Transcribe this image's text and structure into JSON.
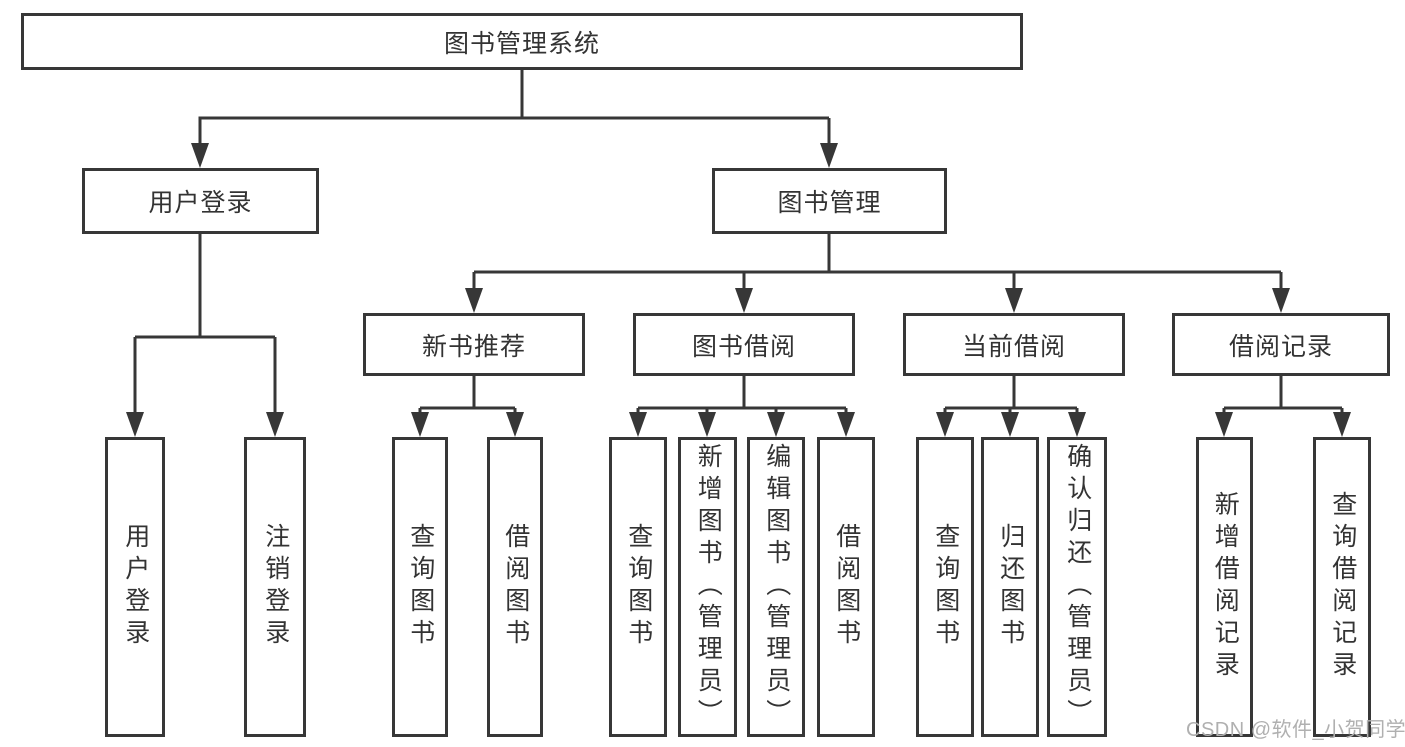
{
  "diagram": {
    "type": "tree-diagram",
    "root": {
      "label": "图书管理系统",
      "children": [
        {
          "label": "用户登录",
          "children": [
            {
              "label": "用户登录"
            },
            {
              "label": "注销登录"
            }
          ]
        },
        {
          "label": "图书管理",
          "children": [
            {
              "label": "新书推荐",
              "children": [
                {
                  "label": "查询图书"
                },
                {
                  "label": "借阅图书"
                }
              ]
            },
            {
              "label": "图书借阅",
              "children": [
                {
                  "label": "查询图书"
                },
                {
                  "label": "新增图书（管理员）"
                },
                {
                  "label": "编辑图书（管理员）"
                },
                {
                  "label": "借阅图书"
                }
              ]
            },
            {
              "label": "当前借阅",
              "children": [
                {
                  "label": "查询图书"
                },
                {
                  "label": "归还图书"
                },
                {
                  "label": "确认归还（管理员）"
                }
              ]
            },
            {
              "label": "借阅记录",
              "children": [
                {
                  "label": "新增借阅记录"
                },
                {
                  "label": "查询借阅记录"
                }
              ]
            }
          ]
        }
      ]
    },
    "colors": {
      "line": "#373737",
      "box_border": "#373737",
      "text": "#333333",
      "background": "#ffffff",
      "watermark": "#b0b0b0"
    }
  },
  "watermark": {
    "text": "CSDN @软件_小贺同学"
  }
}
